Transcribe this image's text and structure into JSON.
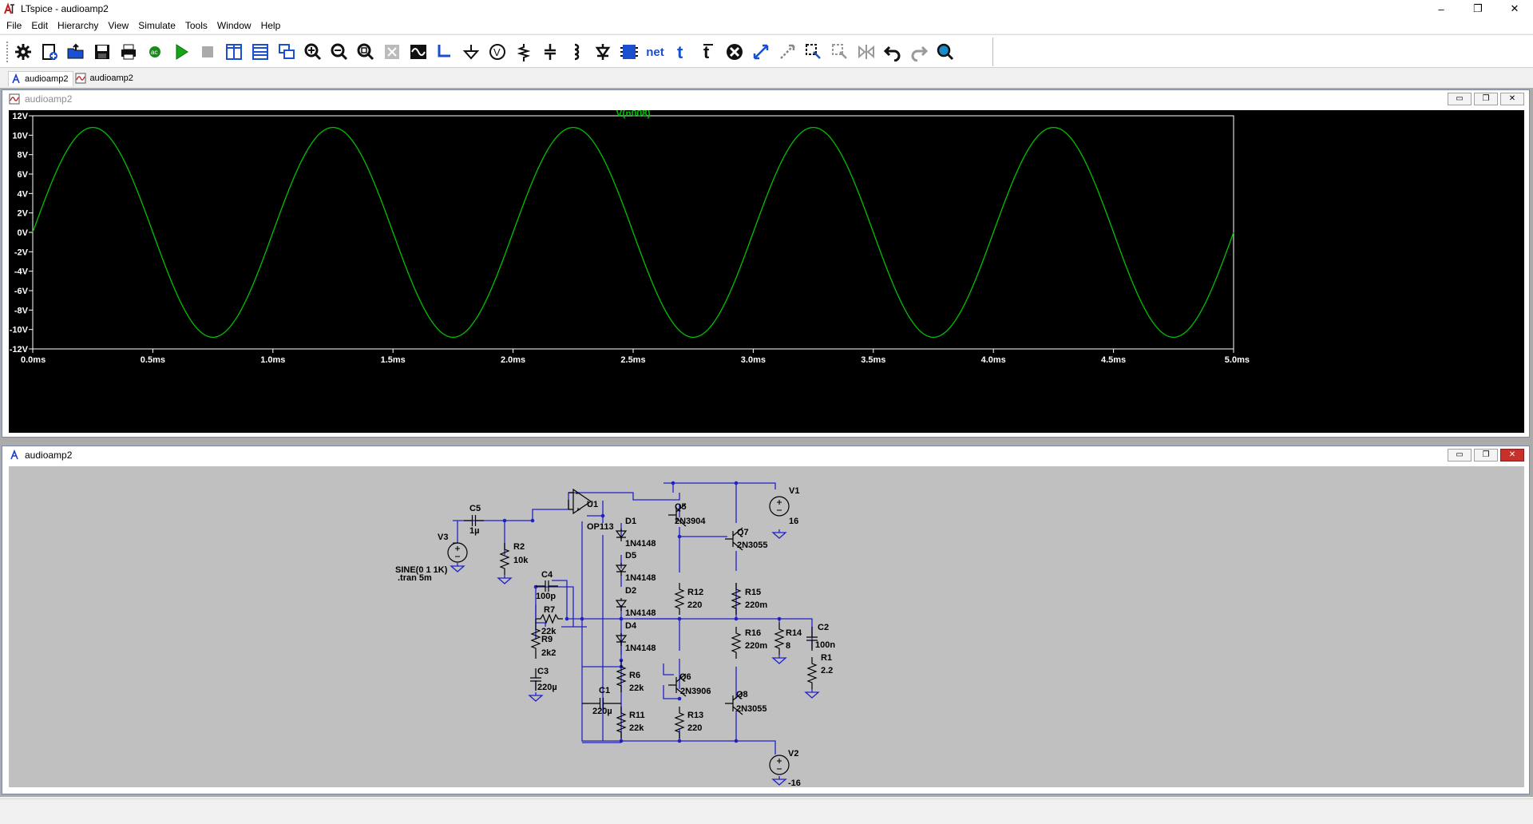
{
  "app": {
    "title": "LTspice - audioamp2",
    "window_controls": {
      "minimize": "–",
      "maximize": "❐",
      "close": "✕"
    }
  },
  "menu": [
    "File",
    "Edit",
    "Hierarchy",
    "View",
    "Simulate",
    "Tools",
    "Window",
    "Help"
  ],
  "toolbar": {
    "icons": [
      "settings-icon",
      "new-schematic-icon",
      "open-icon",
      "save-icon",
      "print-icon",
      "netlist-icon",
      "run-icon",
      "halt-icon",
      "tile-vertical-icon",
      "tile-horizontal-icon",
      "cascade-icon",
      "zoom-in-icon",
      "zoom-out-icon",
      "zoom-fit-icon",
      "zoom-full-icon",
      "autoscale-icon",
      "wire-icon",
      "ground-icon",
      "label-net-icon",
      "resistor-icon",
      "capacitor-icon",
      "inductor-icon",
      "diode-icon",
      "component-icon",
      "net-icon",
      "text-icon",
      "spice-directive-icon",
      "delete-icon",
      "move-icon",
      "drag-icon",
      "copy-icon",
      "paste-icon",
      "mirror-icon",
      "undo-icon",
      "redo-icon",
      "find-icon"
    ],
    "net_label": "net"
  },
  "tabs": [
    {
      "label": "audioamp2",
      "type": "schematic"
    },
    {
      "label": "audioamp2",
      "type": "waveform"
    }
  ],
  "plot_window": {
    "title": "audioamp2",
    "trace_label": "V(n008)",
    "trace_color": "#00c000",
    "axis_text_color": "#ffffff"
  },
  "chart_data": {
    "type": "line",
    "title": "V(n008)",
    "xlabel": "",
    "ylabel": "",
    "x_ticks": [
      "0.0ms",
      "0.5ms",
      "1.0ms",
      "1.5ms",
      "2.0ms",
      "2.5ms",
      "3.0ms",
      "3.5ms",
      "4.0ms",
      "4.5ms",
      "5.0ms"
    ],
    "y_ticks": [
      "12V",
      "10V",
      "8V",
      "6V",
      "4V",
      "2V",
      "0V",
      "-2V",
      "-4V",
      "-6V",
      "-8V",
      "-10V",
      "-12V"
    ],
    "xlim": [
      0,
      5
    ],
    "ylim": [
      -12,
      12
    ],
    "series": [
      {
        "name": "V(n008)",
        "function": "sine",
        "amplitude": 10.8,
        "frequency_khz": 1,
        "offset": 0,
        "color": "#00c000"
      }
    ],
    "grid": false
  },
  "schematic_window": {
    "title": "audioamp2",
    "wire_color": "#2020c8",
    "labels": {
      "C5": "C5",
      "C5v": "1µ",
      "V3": "V3",
      "V3v": "SINE(0 1 1K)",
      "tran": ".tran 5m",
      "R2": "R2",
      "R2v": "10k",
      "U1": "U1",
      "U1v": "OP113",
      "D1": "D1",
      "D1v": "1N4148",
      "D5": "D5",
      "D5v": "1N4148",
      "D2": "D2",
      "D2v": "1N4148",
      "D4": "D4",
      "D4v": "1N4148",
      "Q5": "Q5",
      "Q5v": "2N3904",
      "Q7": "Q7",
      "Q7v": "2N3055",
      "V1": "V1",
      "V1v": "16",
      "C4": "C4",
      "C4v": "100p",
      "R7": "R7",
      "R7v": "22k",
      "R9": "R9",
      "R9v": "2k2",
      "C3": "C3",
      "C3v": "220µ",
      "R12": "R12",
      "R12v": "220",
      "R15": "R15",
      "R15v": "220m",
      "R16": "R16",
      "R16v": "220m",
      "R14": "R14",
      "R14v": "8",
      "C2": "C2",
      "C2v": "100n",
      "R1": "R1",
      "R1v": "2.2",
      "R6": "R6",
      "R6v": "22k",
      "Q6": "Q6",
      "Q6v": "2N3906",
      "Q8": "Q8",
      "Q8v": "2N3055",
      "C1": "C1",
      "C1v": "220µ",
      "R11": "R11",
      "R11v": "22k",
      "R13": "R13",
      "R13v": "220",
      "V2": "V2",
      "V2v": "-16"
    }
  }
}
